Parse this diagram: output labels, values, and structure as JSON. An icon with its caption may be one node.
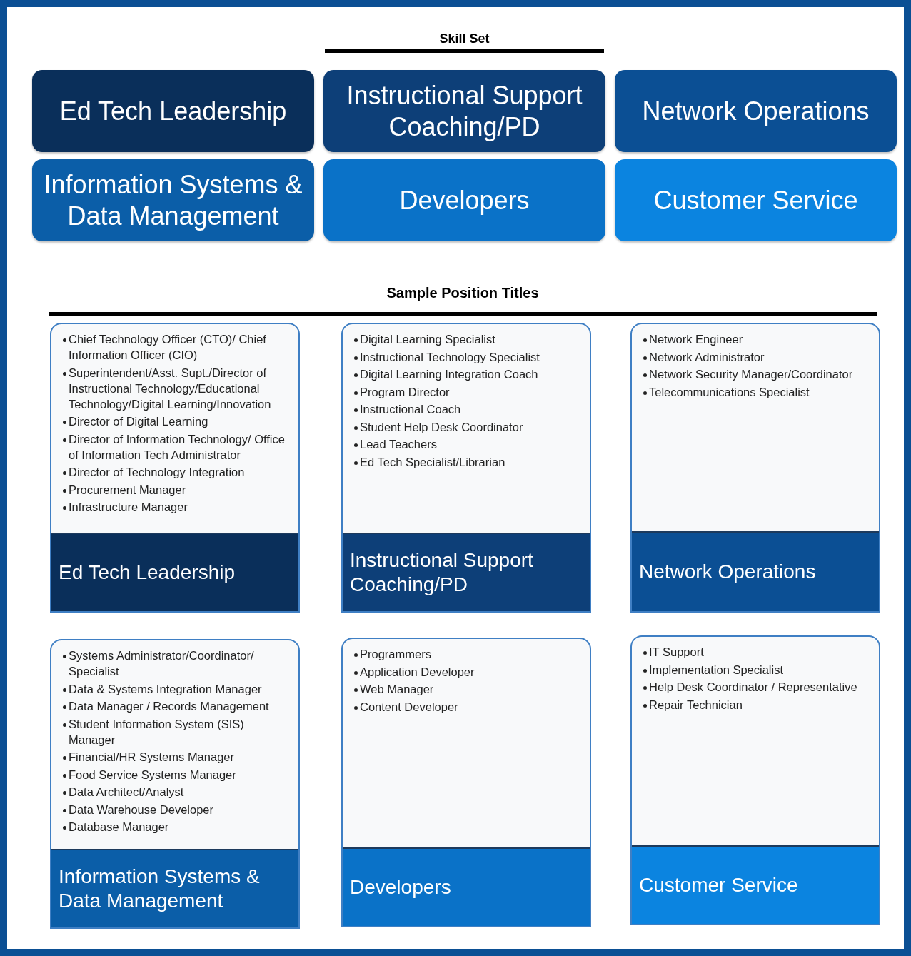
{
  "diagram": {
    "nodes": [
      {
        "text": [
          "Ed Tech Leadership"
        ]
      },
      {
        "text": [
          "Instructional Support Coaching/PD"
        ]
      },
      {
        "text": [
          "Network Operations"
        ]
      },
      {
        "text": [
          "Information Systems & Data Management"
        ]
      },
      {
        "text": [
          "Developers"
        ]
      },
      {
        "text": [
          "Customer Service"
        ]
      },
      {
        "text": [
          "Chief Technology Officer (CTO)/ Chief Information Officer (CIO)",
          "Superintendent/Asst. Supt./Director of Instructional Technology/Educational Technology/Digital Learning/Innovation",
          "Director of Digital Learning",
          "Director of Information Technology/ Office of Information Tech Administrator",
          "Director of Technology Integration",
          "Procurement Manager",
          "Infrastructure Manager",
          "Ed Tech Leadership"
        ]
      },
      {
        "text": [
          "Digital Learning Specialist",
          "Instructional Technology Specialist",
          "Digital Learning Integration Coach",
          "Program Director",
          "Instructional Coach",
          "Student Help Desk Coordinator",
          "Lead Teachers",
          "Ed Tech Specialist/Librarian",
          "Instructional Support Coaching/PD"
        ]
      },
      {
        "text": [
          "Network Engineer",
          "Network Administrator",
          "Network Security Manager/Coordinator",
          "Telecommunications Specialist",
          "Network Operations"
        ]
      },
      {
        "text": [
          "Systems Administrator/Coordinator/ Specialist",
          "Data & Systems Integration Manager",
          "Data Manager / Records Management",
          "Student Information System (SIS) Manager",
          "Financial/HR Systems Manager",
          "Food Service Systems Manager",
          "Data Architect/Analyst",
          "Data Warehouse Developer",
          "Database Manager",
          "Information Systems & Data Management"
        ]
      },
      {
        "text": [
          "Programmers",
          "Application Developer",
          "Web Manager",
          "Content Developer",
          "Developers"
        ]
      },
      {
        "text": [
          "IT Support",
          "Implementation Specialist",
          "Help Desk Coordinator / Representative",
          "Repair Technician",
          "Customer Service"
        ]
      }
    ],
    "labels": [
      "Skill Set",
      "Sample Position Titles"
    ]
  }
}
